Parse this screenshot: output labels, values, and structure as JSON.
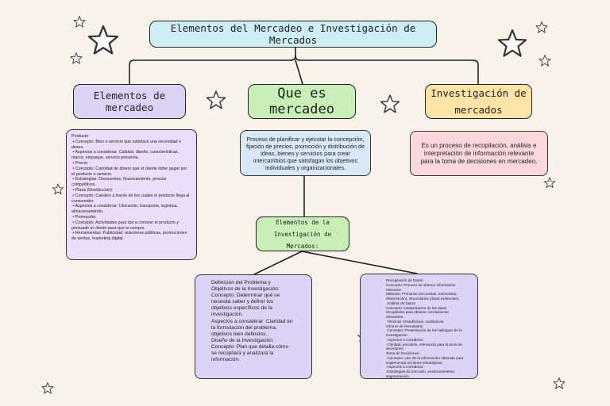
{
  "title": "Elementos del Mercadeo e Investigación de Mercados",
  "nodes": {
    "elementos": "Elementos de mercadeo",
    "que_es": "Que es mercadeo",
    "investigacion": "Investigación de mercados",
    "sub_investigacion": "Elementos de la Investigación de Mercados:"
  },
  "que_es_text": "Proceso de planificar y ejecutar la concepción, fijación de precios, promoción y distribución de ideas, bienes y servicios para crear intercambios que satisfagan los objetivos individuales y organizacionales.",
  "investigacion_text": "Es un proceso de recopilación, análisis e interpretación de información relevante para la toma de decisiones en mercadeo.",
  "elementos_lines": [
    "Producto:",
    " • Concepto: Bien o servicio que satisface una necesidad o",
    "deseo.",
    " • Aspectos a considerar: Calidad, diseño, características,",
    "marca, empaque, servicio posventa.",
    " • Precio:",
    " • Concepto: Cantidad de dinero que el cliente debe pagar por",
    "el producto o servicio.",
    " • Estrategias: Descuentos, financiamiento, precios",
    "competitivos.",
    " • Plaza (Distribución):",
    " • Concepto: Canales a través de los cuales el producto llega al",
    "consumidor.",
    " • Aspectos a considerar: Ubicación, transporte, logística,",
    "almacenamiento.",
    " • Promoción:",
    " • Concepto: Actividades para dar a conocer el producto y",
    "persuadir al cliente para que lo compre.",
    " • Herramientas: Publicidad, relaciones públicas, promociones",
    "de ventas, marketing digital."
  ],
  "definicion_lines": [
    "Definición del Problema y",
    "Objetivos de la Investigación:",
    "Concepto: Determinar qué se",
    "necesita saber y definir los",
    "objetivos específicos de la",
    "investigación.",
    "Aspectos a considerar: Claridad en",
    "la formulación del problema,",
    "objetivos bien definidos.",
    "Diseño de la Investigación:",
    "Concepto: Plan que detalla cómo",
    "se recopilará y analizará la",
    "información."
  ],
  "recopilacion_lines": [
    "Recopilación de Datos:",
    "Concepto: Proceso de obtener información",
    "relevante.",
    "Métodos: Primarios (encuestas, entrevistas,",
    "observación), secundarios (datos existentes).",
    " Análisis de Datos:",
    "Concepto: Interpretación de los datos",
    "recopilados para obtener conclusiones",
    "relevantes.",
    " Técnicas: Estadísticas, cualitativas.",
    "Informe de Resultados:",
    " Concepto: Presentación de los hallazgos de la",
    "investigación.",
    " Aspectos a considerar:",
    " Claridad, precisión, relevancia para la toma de",
    "decisiones.",
    "Toma de Decisiones:",
    " Concepto: Uso de la información obtenida para",
    "implementar acciones estratégicas.",
    " Aspectos a considerar:",
    " Estrategias de mercado, posicionamiento,",
    "segmentación."
  ],
  "colors": {
    "background": "#f7f2ea",
    "title_fill": "#cdeef4",
    "lavender": "#ddd3f6",
    "green": "#c9eeb7",
    "yellow": "#fde4a6",
    "blue_box": "#d9e8f7",
    "pink_box": "#fcd8dc"
  }
}
